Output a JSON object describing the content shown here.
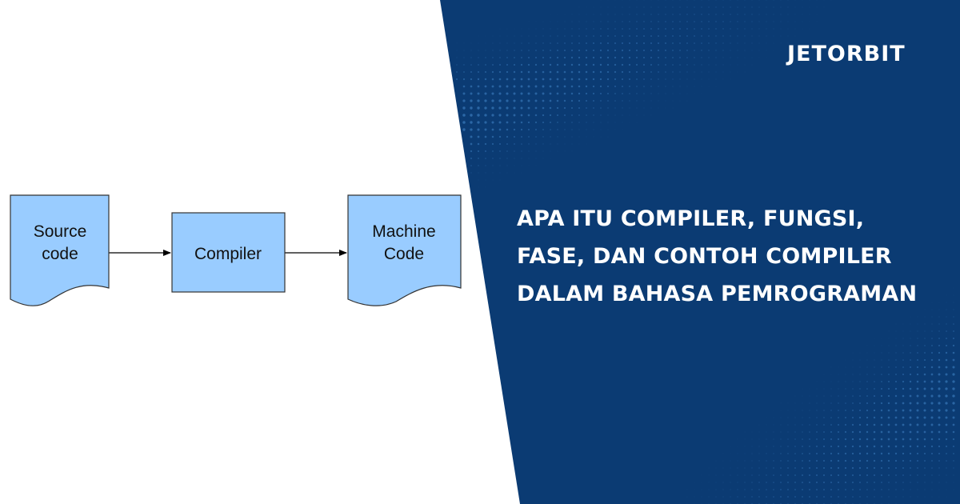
{
  "colors": {
    "panel": "#0b3b73",
    "panel_dots": "#2f6cab",
    "node_fill": "#99ccff",
    "node_stroke": "#333333",
    "arrow": "#000000",
    "headline": "#ffffff"
  },
  "brand": {
    "name": "Jetorbit",
    "wordmark": "JETORBIT"
  },
  "diagram": {
    "nodes": [
      {
        "id": "source",
        "shape": "document",
        "lines": [
          "Source",
          "code"
        ]
      },
      {
        "id": "compiler",
        "shape": "rectangle",
        "lines": [
          "Compiler"
        ]
      },
      {
        "id": "machine",
        "shape": "document",
        "lines": [
          "Machine",
          "Code"
        ]
      }
    ],
    "edges": [
      {
        "from": "source",
        "to": "compiler"
      },
      {
        "from": "compiler",
        "to": "machine"
      }
    ]
  },
  "headline": {
    "lines": [
      "APA ITU COMPILER, FUNGSI,",
      "FASE, DAN CONTOH COMPILER",
      "DALAM BAHASA PEMROGRAMAN"
    ]
  }
}
